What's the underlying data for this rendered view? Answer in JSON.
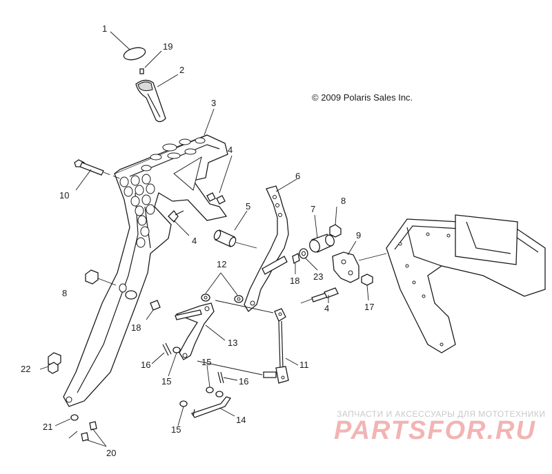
{
  "copyright": "© 2009 Polaris Sales Inc.",
  "watermark": {
    "tagline": "ЗАПЧАСТИ И АКСЕССУАРЫ ДЛЯ МОТОТЕХНИКИ",
    "brand": "PARTSFOR.RU"
  },
  "callouts": [
    "1",
    "19",
    "2",
    "3",
    "4",
    "10",
    "6",
    "8",
    "7",
    "9",
    "5",
    "4",
    "12",
    "18",
    "23",
    "8",
    "17",
    "4",
    "18",
    "13",
    "11",
    "22",
    "16",
    "15",
    "15",
    "16",
    "14",
    "21",
    "15",
    "20"
  ]
}
